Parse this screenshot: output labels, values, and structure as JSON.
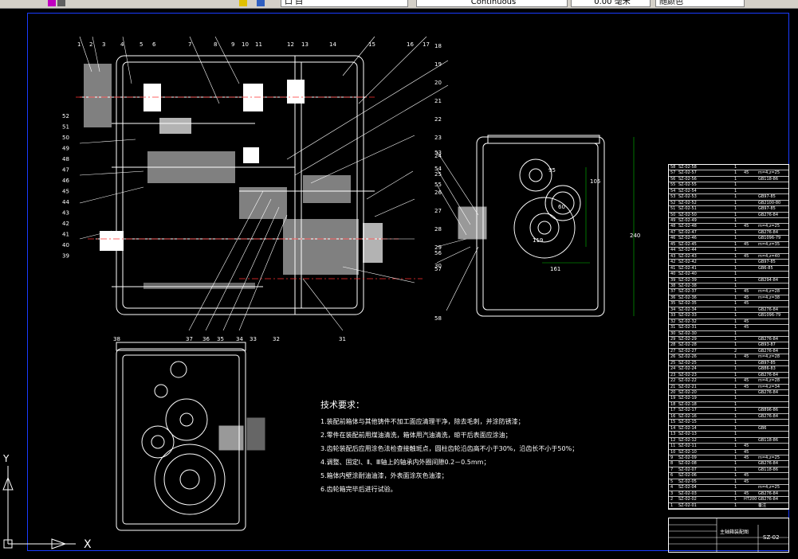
{
  "toolbar": {
    "layer_field": "口 白",
    "linetype_field": "Continuous",
    "lineweight_field": "0.00 毫米",
    "plotstyle_field": "随颜色"
  },
  "ucs": {
    "x_label": "X",
    "y_label": "Y"
  },
  "colors": {
    "frame": "#1a3cff",
    "lines": "#ffffff",
    "dim": "#00c000",
    "center": "#ff3030"
  },
  "callouts_top": [
    "1",
    "2",
    "3",
    "4",
    "5",
    "6",
    "7",
    "8",
    "9",
    "10",
    "11",
    "12",
    "13",
    "14",
    "15",
    "16",
    "17"
  ],
  "callouts_left": [
    "52",
    "51",
    "50",
    "49",
    "48",
    "47",
    "46",
    "45",
    "44",
    "43",
    "42",
    "41",
    "40",
    "39"
  ],
  "callouts_right": [
    "18",
    "19",
    "20",
    "21",
    "22",
    "23",
    "24",
    "25",
    "26",
    "27",
    "28",
    "29",
    "30"
  ],
  "callouts_bottom": [
    "38",
    "37",
    "36",
    "35",
    "34",
    "33",
    "32",
    "31"
  ],
  "callouts_side": [
    "53",
    "54",
    "55",
    "56",
    "57",
    "58"
  ],
  "dimensions": [
    "95",
    "161",
    "119",
    "60",
    "240",
    "105"
  ],
  "tech": {
    "title": "技术要求：",
    "lines": [
      "1.装配前箱体与其他铸件不加工面应清理干净，除去毛刺，并涂防锈漆；",
      "2.零件在装配前用煤油清洗，箱体用汽油清洗，晾干后表面应涂油；",
      "3.齿轮装配后应用涂色法检查接触斑点，圆柱齿轮沿齿高不小于30%，沿齿长不小于50%；",
      "4.调整、固定Ⅰ、Ⅱ、Ⅲ轴上的轴承内外圈间隙0.2－0.5mm；",
      "5.箱体内壁涂耐油油漆，外表面涂灰色油漆；",
      "6.齿轮箱完毕后进行试验。"
    ]
  },
  "parts_list": [
    {
      "no": "58",
      "code": "SZ-02-58",
      "qty": "1",
      "mat": "",
      "spec": ""
    },
    {
      "no": "57",
      "code": "SZ-02-57",
      "qty": "1",
      "mat": "45",
      "spec": "m=4,z=25"
    },
    {
      "no": "56",
      "code": "SZ-02-56",
      "qty": "1",
      "mat": "",
      "spec": "GB118-86"
    },
    {
      "no": "55",
      "code": "SZ-02-55",
      "qty": "1",
      "mat": "",
      "spec": ""
    },
    {
      "no": "54",
      "code": "SZ-02-54",
      "qty": "1",
      "mat": "",
      "spec": ""
    },
    {
      "no": "53",
      "code": "SZ-02-53",
      "qty": "1",
      "mat": "",
      "spec": "GB97-85"
    },
    {
      "no": "52",
      "code": "SZ-02-52",
      "qty": "1",
      "mat": "",
      "spec": "GB2100-80"
    },
    {
      "no": "51",
      "code": "SZ-02-51",
      "qty": "1",
      "mat": "",
      "spec": "GB97-85"
    },
    {
      "no": "50",
      "code": "SZ-02-50",
      "qty": "1",
      "mat": "",
      "spec": "GB276-84"
    },
    {
      "no": "49",
      "code": "SZ-02-49",
      "qty": "1",
      "mat": "",
      "spec": ""
    },
    {
      "no": "48",
      "code": "SZ-02-48",
      "qty": "1",
      "mat": "45",
      "spec": "m=4,z=25"
    },
    {
      "no": "47",
      "code": "SZ-02-47",
      "qty": "1",
      "mat": "",
      "spec": "GB276-84"
    },
    {
      "no": "46",
      "code": "SZ-02-46",
      "qty": "1",
      "mat": "",
      "spec": "GB1096-79"
    },
    {
      "no": "45",
      "code": "SZ-02-45",
      "qty": "1",
      "mat": "45",
      "spec": "m=4,z=35"
    },
    {
      "no": "44",
      "code": "SZ-02-44",
      "qty": "1",
      "mat": "",
      "spec": ""
    },
    {
      "no": "43",
      "code": "SZ-02-43",
      "qty": "1",
      "mat": "45",
      "spec": "m=4,z=40"
    },
    {
      "no": "42",
      "code": "SZ-02-42",
      "qty": "1",
      "mat": "",
      "spec": "GB97-85"
    },
    {
      "no": "41",
      "code": "SZ-02-41",
      "qty": "1",
      "mat": "",
      "spec": "GB6-85"
    },
    {
      "no": "40",
      "code": "SZ-02-40",
      "qty": "1",
      "mat": "",
      "spec": ""
    },
    {
      "no": "39",
      "code": "SZ-02-39",
      "qty": "1",
      "mat": "",
      "spec": "GB294-84"
    },
    {
      "no": "38",
      "code": "SZ-02-38",
      "qty": "1",
      "mat": "",
      "spec": ""
    },
    {
      "no": "37",
      "code": "SZ-02-37",
      "qty": "1",
      "mat": "45",
      "spec": "m=4,z=28"
    },
    {
      "no": "36",
      "code": "SZ-02-36",
      "qty": "1",
      "mat": "45",
      "spec": "m=4,z=38"
    },
    {
      "no": "35",
      "code": "SZ-02-35",
      "qty": "1",
      "mat": "45",
      "spec": ""
    },
    {
      "no": "34",
      "code": "SZ-02-34",
      "qty": "1",
      "mat": "",
      "spec": "GB276-84"
    },
    {
      "no": "33",
      "code": "SZ-02-33",
      "qty": "1",
      "mat": "",
      "spec": "GB1096-79"
    },
    {
      "no": "32",
      "code": "SZ-02-32",
      "qty": "1",
      "mat": "45",
      "spec": ""
    },
    {
      "no": "31",
      "code": "SZ-02-31",
      "qty": "1",
      "mat": "45",
      "spec": ""
    },
    {
      "no": "30",
      "code": "SZ-02-30",
      "qty": "1",
      "mat": "",
      "spec": ""
    },
    {
      "no": "29",
      "code": "SZ-02-29",
      "qty": "1",
      "mat": "",
      "spec": "GB276-84"
    },
    {
      "no": "28",
      "code": "SZ-02-28",
      "qty": "1",
      "mat": "",
      "spec": "GB93-87"
    },
    {
      "no": "27",
      "code": "SZ-02-27",
      "qty": "2",
      "mat": "",
      "spec": "GB276-84"
    },
    {
      "no": "26",
      "code": "SZ-02-26",
      "qty": "1",
      "mat": "45",
      "spec": "m=4,z=28"
    },
    {
      "no": "25",
      "code": "SZ-02-25",
      "qty": "1",
      "mat": "",
      "spec": "GB97-85"
    },
    {
      "no": "24",
      "code": "SZ-02-24",
      "qty": "1",
      "mat": "",
      "spec": "GB86-83"
    },
    {
      "no": "23",
      "code": "SZ-02-23",
      "qty": "1",
      "mat": "",
      "spec": "GB276-84"
    },
    {
      "no": "22",
      "code": "SZ-02-22",
      "qty": "1",
      "mat": "45",
      "spec": "m=4,z=28"
    },
    {
      "no": "21",
      "code": "SZ-02-21",
      "qty": "1",
      "mat": "45",
      "spec": "m=4,z=34"
    },
    {
      "no": "20",
      "code": "SZ-02-20",
      "qty": "1",
      "mat": "",
      "spec": "GB276-84"
    },
    {
      "no": "19",
      "code": "SZ-02-19",
      "qty": "1",
      "mat": "",
      "spec": ""
    },
    {
      "no": "18",
      "code": "SZ-02-18",
      "qty": "1",
      "mat": "",
      "spec": ""
    },
    {
      "no": "17",
      "code": "SZ-02-17",
      "qty": "1",
      "mat": "",
      "spec": "GB896-86"
    },
    {
      "no": "16",
      "code": "SZ-02-16",
      "qty": "1",
      "mat": "",
      "spec": "GB276-84"
    },
    {
      "no": "15",
      "code": "SZ-02-15",
      "qty": "1",
      "mat": "",
      "spec": ""
    },
    {
      "no": "14",
      "code": "SZ-02-14",
      "qty": "1",
      "mat": "",
      "spec": "GB6"
    },
    {
      "no": "13",
      "code": "SZ-02-13",
      "qty": "1",
      "mat": "",
      "spec": ""
    },
    {
      "no": "12",
      "code": "SZ-02-12",
      "qty": "1",
      "mat": "",
      "spec": "GB118-86"
    },
    {
      "no": "11",
      "code": "SZ-02-11",
      "qty": "1",
      "mat": "45",
      "spec": ""
    },
    {
      "no": "10",
      "code": "SZ-02-10",
      "qty": "1",
      "mat": "45",
      "spec": ""
    },
    {
      "no": "9",
      "code": "SZ-02-09",
      "qty": "1",
      "mat": "45",
      "spec": "m=4,z=25"
    },
    {
      "no": "8",
      "code": "SZ-02-08",
      "qty": "1",
      "mat": "",
      "spec": "GB276-84"
    },
    {
      "no": "7",
      "code": "SZ-02-07",
      "qty": "1",
      "mat": "",
      "spec": "GB118-86"
    },
    {
      "no": "6",
      "code": "SZ-02-06",
      "qty": "1",
      "mat": "45",
      "spec": ""
    },
    {
      "no": "5",
      "code": "SZ-02-05",
      "qty": "1",
      "mat": "45",
      "spec": ""
    },
    {
      "no": "4",
      "code": "SZ-02-04",
      "qty": "1",
      "mat": "",
      "spec": "m=4,z=25"
    },
    {
      "no": "3",
      "code": "SZ-02-03",
      "qty": "1",
      "mat": "45",
      "spec": "GB276-84"
    },
    {
      "no": "2",
      "code": "SZ-02-02",
      "qty": "1",
      "mat": "HT200",
      "spec": "GB276-84"
    },
    {
      "no": "1",
      "code": "SZ-02-01",
      "qty": "1",
      "mat": "",
      "spec": "备注"
    }
  ],
  "title_block": {
    "name": "主轴箱装配图",
    "code": "SZ-02"
  }
}
